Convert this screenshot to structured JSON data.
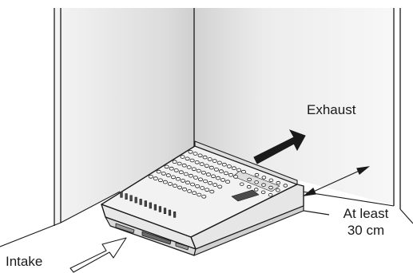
{
  "labels": {
    "exhaust": "Exhaust",
    "clearance_line1": "At least",
    "clearance_line2": "30 cm",
    "intake": "Intake"
  },
  "icons": {
    "exhaust_arrow": "solid-arrow-up-right",
    "intake_arrow": "outline-arrow-up-right",
    "clearance_dimension": "double-headed-arrow"
  },
  "colors": {
    "line": "#1a1a1a",
    "wall_shade": "#d6d6d6",
    "panel_dark": "#4a4a4a",
    "background": "#ffffff"
  }
}
